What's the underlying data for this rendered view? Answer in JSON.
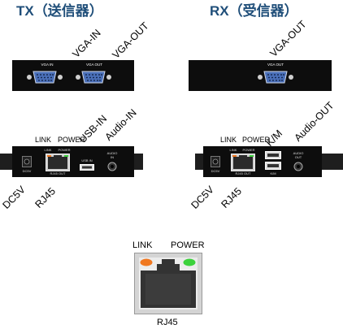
{
  "tx": {
    "title": "TX（送信器）",
    "front": {
      "rot_vga_in": "VGA-IN",
      "rot_vga_out": "VGA-OUT",
      "port_vga_in": "VGA IN",
      "port_vga_out": "VGA OUT"
    },
    "rear": {
      "lbl_link": "LINK",
      "lbl_power": "POWER",
      "rot_usb_in": "USB-IN",
      "rot_audio_in": "Audio-IN",
      "rot_dc5v": "DC5V",
      "rot_rj45": "RJ45",
      "p_link": "LINK",
      "p_power": "POWER",
      "p_dc5v": "DC5V",
      "p_rj45": "RJ45 OUT",
      "p_usb": "USB IN",
      "p_audio_1": "AUDIO",
      "p_audio_2": "IN"
    }
  },
  "rx": {
    "title": "RX（受信器）",
    "front": {
      "rot_vga_out": "VGA-OUT",
      "port_vga_out": "VGA OUT"
    },
    "rear": {
      "lbl_link": "LINK",
      "lbl_power": "POWER",
      "rot_km": "K/M",
      "rot_audio_out": "Audio-OUT",
      "rot_dc5v": "DC5V",
      "rot_rj45": "RJ45",
      "p_link": "LINK",
      "p_power": "POWER",
      "p_dc5v": "DC5V",
      "p_rj45": "RJ45 OUT",
      "p_km": "K/M",
      "p_audio_1": "AUDIO",
      "p_audio_2": "OUT"
    }
  },
  "rj45_detail": {
    "link": "LINK",
    "power": "POWER",
    "caption": "RJ45",
    "link_led_color": "#f07820",
    "power_led_color": "#3cd23c"
  }
}
